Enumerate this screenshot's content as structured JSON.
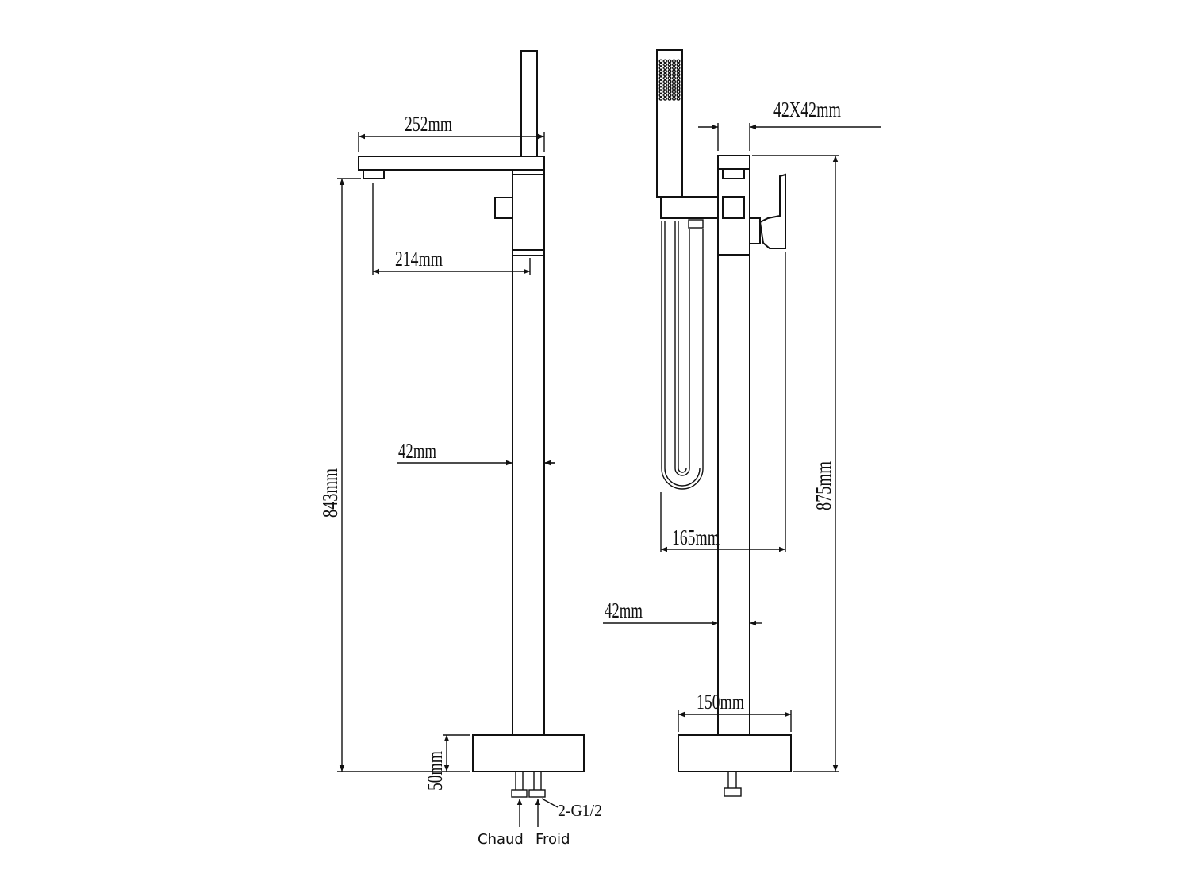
{
  "title": "Freestanding bath mixer dimension drawing",
  "front_view": {
    "dims": {
      "spout_length": "252mm",
      "spout_reach": "214mm",
      "column_width": "42mm",
      "height": "843mm",
      "base_height": "50mm"
    },
    "connection": "2-G1/2",
    "inlets": {
      "hot": "Chaud",
      "cold": "Froid"
    }
  },
  "side_view": {
    "dims": {
      "column_section": "42X42mm",
      "total_height": "875mm",
      "handshower_offset": "165mm",
      "column_width": "42mm",
      "base_width": "150mm"
    }
  },
  "colors": {
    "line": "#111111",
    "background": "#ffffff"
  }
}
